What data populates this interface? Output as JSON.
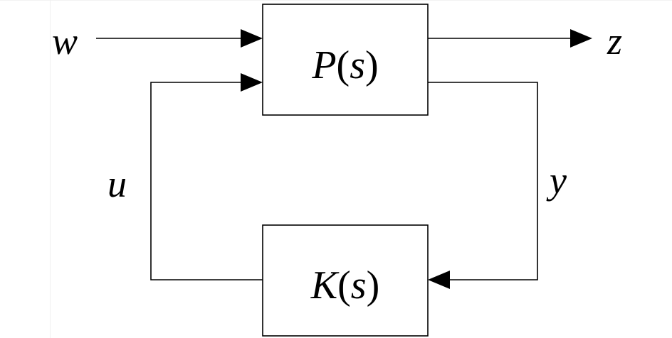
{
  "diagram": {
    "blocks": {
      "plant": {
        "name": "P",
        "arg": "s"
      },
      "controller": {
        "name": "K",
        "arg": "s"
      }
    },
    "signals": {
      "exogenous_input": "w",
      "performance_output": "z",
      "control_input": "u",
      "measured_output": "y"
    },
    "colors": {
      "stroke": "#000000",
      "background": "#ffffff"
    }
  }
}
